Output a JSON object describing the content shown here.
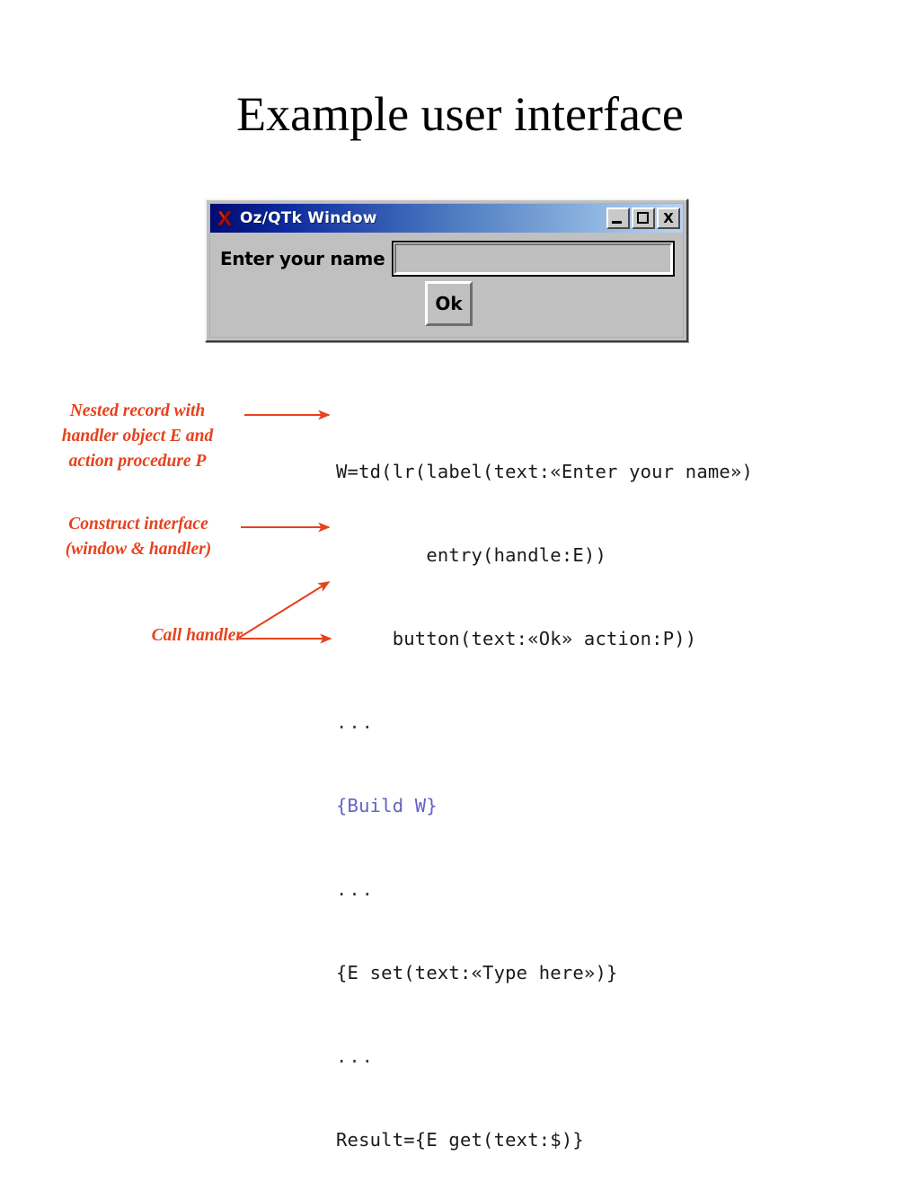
{
  "slide": {
    "title": "Example user interface"
  },
  "window": {
    "title": "Oz/QTk Window",
    "app_icon": "oz-x-icon",
    "buttons": {
      "minimize": "_",
      "maximize": "□",
      "close": "X"
    },
    "field_label": "Enter your name",
    "entry_value": "",
    "entry_placeholder": "",
    "ok_label": "Ok"
  },
  "code": {
    "lines": [
      {
        "text": "W=td(lr(label(text:«Enter your name»)",
        "style": "plain"
      },
      {
        "text": "        entry(handle:E))",
        "style": "plain"
      },
      {
        "text": "     button(text:«Ok» action:P))",
        "style": "plain"
      },
      {
        "text": "...",
        "style": "dots"
      },
      {
        "text": "{Build W}",
        "style": "build"
      },
      {
        "text": "...",
        "style": "dots"
      },
      {
        "text": "{E set(text:«Type here»)}",
        "style": "plain"
      },
      {
        "text": "...",
        "style": "dots"
      },
      {
        "text": "Result={E get(text:$)}",
        "style": "plain"
      }
    ]
  },
  "annotations": [
    {
      "id": "nested",
      "text": "Nested record with\nhandler object E and\naction  procedure P"
    },
    {
      "id": "construct",
      "text": "Construct interface\n(window & handler)"
    },
    {
      "id": "call",
      "text": "Call handler"
    }
  ],
  "colors": {
    "annotation_red": "#e6421d",
    "code_blue": "#6262c4",
    "titlebar_start": "#000b72",
    "titlebar_end": "#b9d4f2",
    "window_face": "#c0c0c0"
  }
}
